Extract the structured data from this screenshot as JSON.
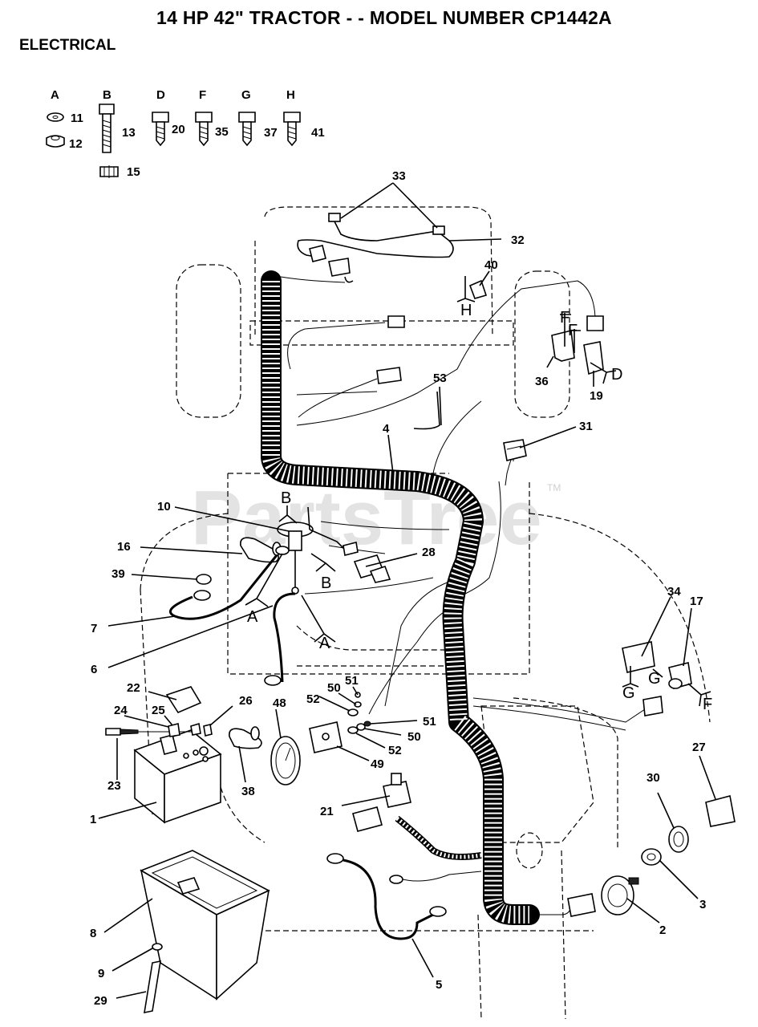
{
  "title": "14 HP 42\" TRACTOR - - MODEL NUMBER CP1442A",
  "section": "ELECTRICAL",
  "watermark": "PartsTree",
  "watermark_tm": "TM",
  "hardware_key": [
    {
      "letter": "A",
      "parts": [
        "11",
        "12"
      ]
    },
    {
      "letter": "B",
      "parts": [
        "13",
        "15"
      ]
    },
    {
      "letter": "D",
      "parts": [
        "20"
      ]
    },
    {
      "letter": "F",
      "parts": [
        "35"
      ]
    },
    {
      "letter": "G",
      "parts": [
        "37"
      ]
    },
    {
      "letter": "H",
      "parts": [
        "41"
      ]
    }
  ],
  "callouts": {
    "c1": "1",
    "c2": "2",
    "c3": "3",
    "c4": "4",
    "c5": "5",
    "c6": "6",
    "c7": "7",
    "c8": "8",
    "c9": "9",
    "c10": "10",
    "c16": "16",
    "c17": "17",
    "c19": "19",
    "c21": "21",
    "c22": "22",
    "c23": "23",
    "c24": "24",
    "c25": "25",
    "c26": "26",
    "c27": "27",
    "c28": "28",
    "c29": "29",
    "c30": "30",
    "c31": "31",
    "c32": "32",
    "c33": "33",
    "c34": "34",
    "c36": "36",
    "c38": "38",
    "c39": "39",
    "c40": "40",
    "c48": "48",
    "c49": "49",
    "c50a": "50",
    "c50b": "50",
    "c51a": "51",
    "c51b": "51",
    "c52a": "52",
    "c52b": "52",
    "c53": "53"
  },
  "hardware_letters_in_diagram": {
    "b1": "B",
    "b2": "B",
    "a1": "A",
    "a2": "A",
    "h1": "H",
    "f1": "F",
    "f2": "F",
    "f3": "F",
    "d1": "D",
    "g1": "G",
    "g2": "G"
  }
}
